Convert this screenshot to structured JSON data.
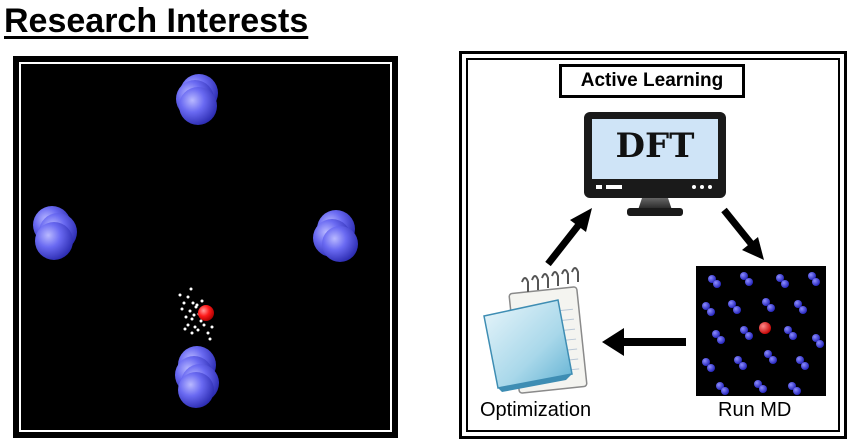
{
  "header": {
    "title": "Research Interests"
  },
  "simulation_panel": {
    "background_color": "#000000",
    "atom_color_blue": "#5e5ef0",
    "atom_color_red": "#ff0000",
    "trajectory_color": "#ffffff"
  },
  "active_learning": {
    "label": "Active Learning",
    "dft_label": "DFT",
    "optimization_label": "Optimization",
    "md_label": "Run MD",
    "icons": [
      "computer-monitor-icon",
      "notepad-icon",
      "md-snapshot-image"
    ],
    "arrow_color": "#000000",
    "screen_color": "#cfe4f7"
  }
}
